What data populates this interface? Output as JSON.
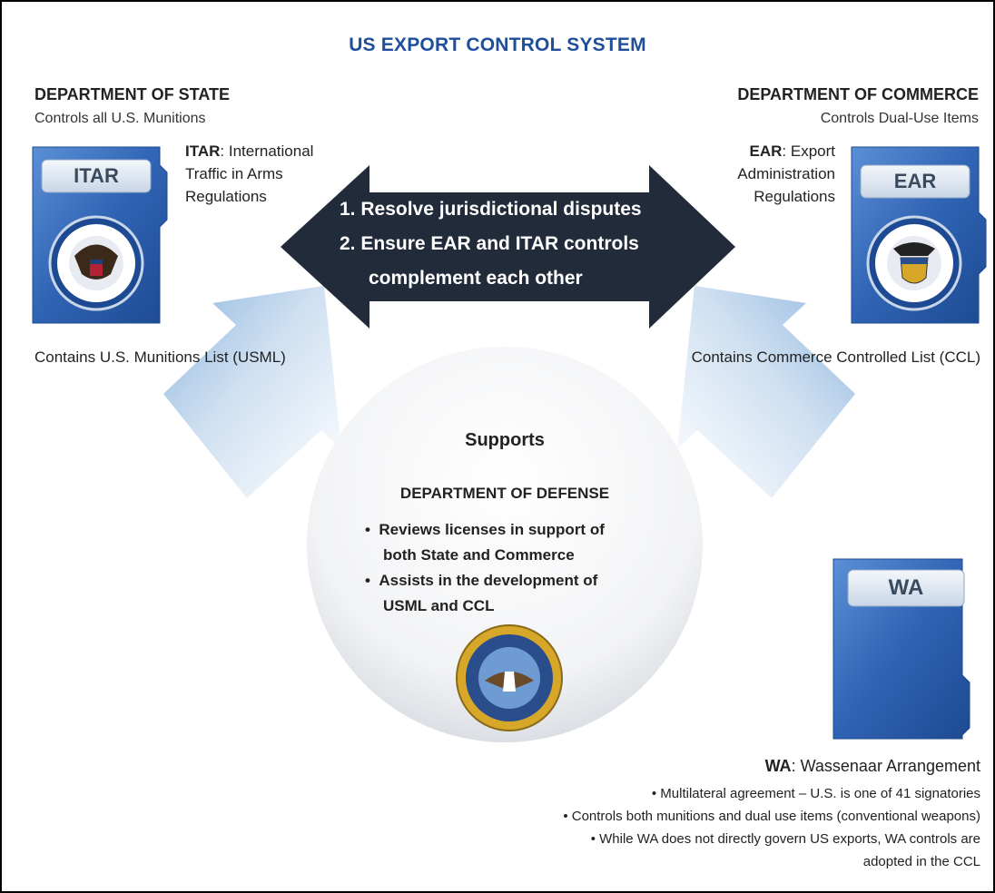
{
  "title": "US EXPORT CONTROL SYSTEM",
  "state": {
    "name": "DEPARTMENT OF STATE",
    "description": "Controls all U.S. Munitions",
    "folder_label": "ITAR",
    "reg_abbr": "ITAR",
    "reg_rest": ": International Traffic in Arms Regulations",
    "contains": "Contains U.S. Munitions List (USML)",
    "seal": "department-of-state-seal"
  },
  "commerce": {
    "name": "DEPARTMENT OF COMMERCE",
    "description": "Controls Dual-Use Items",
    "folder_label": "EAR",
    "reg_abbr": "EAR",
    "reg_rest": ": Export Administration Regulations",
    "contains": "Contains Commerce Controlled List (CCL)",
    "seal": "department-of-commerce-seal"
  },
  "center_arrow": {
    "items": [
      "1.  Resolve jurisdictional disputes",
      "2.  Ensure EAR and ITAR controls",
      "complement each other"
    ]
  },
  "defense": {
    "supports": "Supports",
    "name": "DEPARTMENT OF DEFENSE",
    "bullets": [
      "Reviews licenses in support of",
      "both State and Commerce",
      "Assists in the development of",
      "USML and CCL"
    ],
    "seal": "department-of-defense-seal"
  },
  "wa": {
    "folder_label": "WA",
    "reg_abbr": "WA",
    "reg_rest": ":  Wassenaar Arrangement",
    "lines": [
      "• Multilateral agreement – U.S. is one of 41 signatories",
      "• Controls both munitions and dual use items (conventional weapons)",
      "• While WA does not directly govern US exports, WA controls are",
      "adopted in the CCL"
    ]
  },
  "colors": {
    "title": "#1f4e9a",
    "folder_blue": "#2f63b3",
    "arrow_dark": "#222b3a",
    "light_arrow": "#a9c6e6"
  }
}
